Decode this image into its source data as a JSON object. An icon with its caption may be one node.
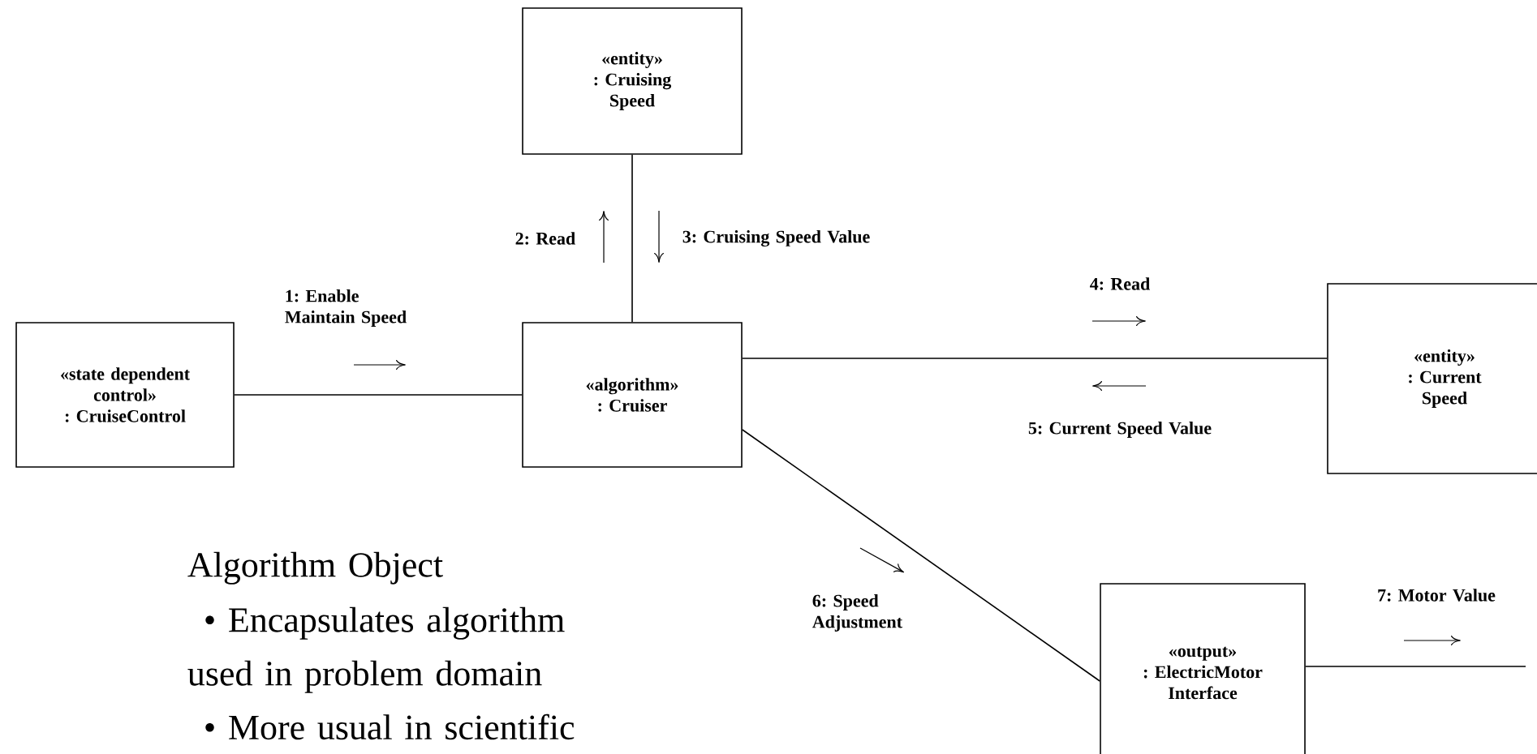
{
  "diagram": {
    "nodes": [
      {
        "text": [
          "«state dependent control»",
          ": CruiseControl"
        ]
      },
      {
        "text": [
          "«algorithm»",
          ": Cruiser"
        ]
      },
      {
        "text": [
          "«entity»",
          ": Cruising Speed"
        ]
      },
      {
        "text": [
          "«entity»",
          ": Current Speed"
        ]
      },
      {
        "text": [
          "«output»",
          ": ElectricMotor Interface"
        ]
      }
    ],
    "edges": [
      {
        "from": 0,
        "to": 1,
        "arrow": "none",
        "label": "1: Enable Maintain Speed"
      },
      {
        "from": 1,
        "to": 2,
        "arrow": "none",
        "label": "2: Read"
      },
      {
        "from": 1,
        "to": 3,
        "arrow": "none",
        "label": "4: Read"
      },
      {
        "from": 1,
        "to": 4,
        "arrow": "none",
        "label": "6: Speed Adjustment"
      },
      {
        "from": 4,
        "to": null,
        "arrow": "none",
        "label": "7: Motor Value"
      }
    ],
    "labels": [
      "3: Cruising Speed Value",
      "5: Current Speed Value",
      "Algorithm Object",
      "• Encapsulates algorithm used in problem domain",
      "• More usual in scientific"
    ]
  }
}
